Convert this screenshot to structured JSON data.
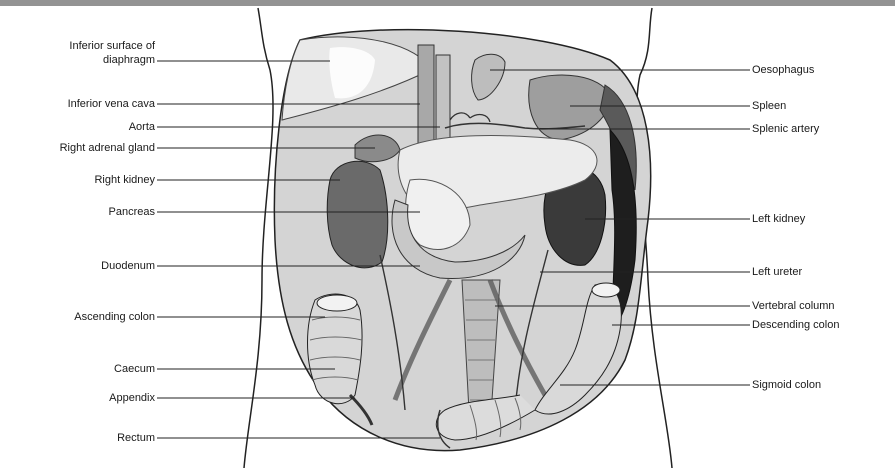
{
  "labels_left": [
    "Inferior surface of diaphragm",
    "Inferior vena cava",
    "Aorta",
    "Right adrenal gland",
    "Right kidney",
    "Pancreas",
    "Duodenum",
    "Ascending colon",
    "Caecum",
    "Appendix",
    "Rectum"
  ],
  "labels_right": [
    "Oesophagus",
    "Spleen",
    "Splenic artery",
    "Left kidney",
    "Left ureter",
    "Vertebral column",
    "Descending colon",
    "Sigmoid colon"
  ],
  "colors": {
    "ink": "#1a1a1a",
    "tissue_light": "#e6e6e6",
    "tissue_mid": "#b9b9b9",
    "tissue_dark": "#6e6e6e",
    "kidney_dark": "#2a2a2a"
  }
}
